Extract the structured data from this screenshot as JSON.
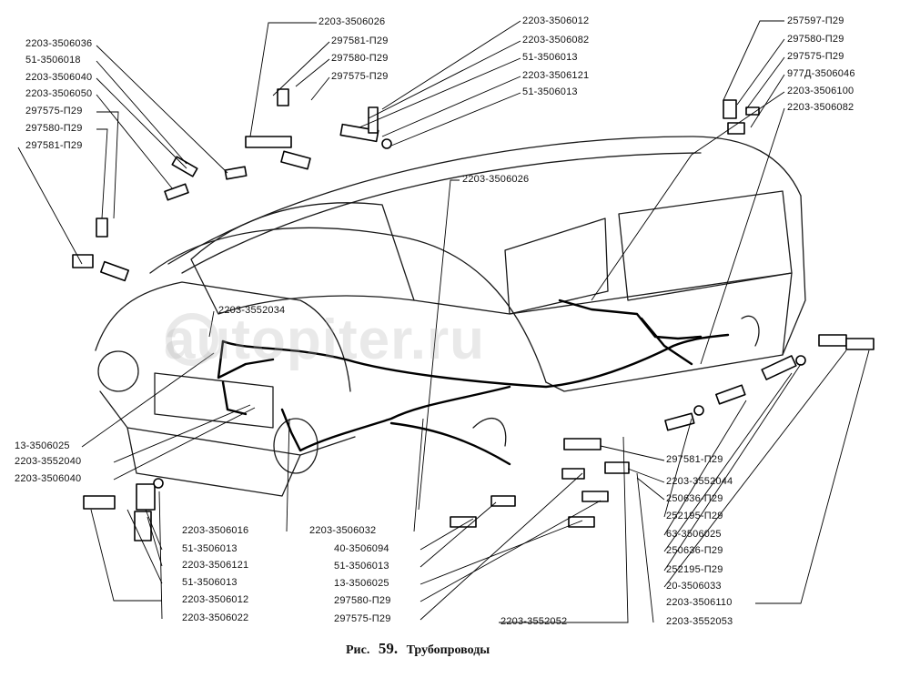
{
  "caption": {
    "prefix": "Рис.",
    "number": "59.",
    "title": "Трубопроводы"
  },
  "watermark": "autopiter.ru",
  "labels": {
    "L01": "2203-3506036",
    "L02": "51-3506018",
    "L03": "2203-3506040",
    "L04": "2203-3506050",
    "L05": "297575-П29",
    "L06": "297580-П29",
    "L07": "297581-П29",
    "L08": "2203-3506026",
    "L09": "297581-П29",
    "L10": "297580-П29",
    "L11": "297575-П29",
    "L12": "2203-3506012",
    "L13": "2203-3506082",
    "L14": "51-3506013",
    "L15": "2203-3506121",
    "L16": "51-3506013",
    "L17": "257597-П29",
    "L18": "297580-П29",
    "L19": "297575-П29",
    "L20": "977Д-3506046",
    "L21": "2203-3506100",
    "L22": "2203-3506082",
    "L23": "2203-3506026",
    "L24": "2203-3552034",
    "L25": "13-3506025",
    "L26": "2203-3552040",
    "L27": "2203-3506040",
    "L28": "2203-3506016",
    "L29": "51-3506013",
    "L30": "2203-3506121",
    "L31": "51-3506013",
    "L32": "2203-3506012",
    "L33": "2203-3506022",
    "L34": "2203-3506032",
    "L35": "40-3506094",
    "L36": "51-3506013",
    "L37": "13-3506025",
    "L38": "297580-П29",
    "L39": "297575-П29",
    "L40": "2203-3552052",
    "L41": "2203-3552053",
    "L42": "297581-П29",
    "L43": "2203-3552044",
    "L44": "250636-П29",
    "L45": "252195-П29",
    "L46": "63-3506025",
    "L47": "250636-П29",
    "L48": "252195-П29",
    "L49": "20-3506033",
    "L50": "2203-3506110"
  }
}
